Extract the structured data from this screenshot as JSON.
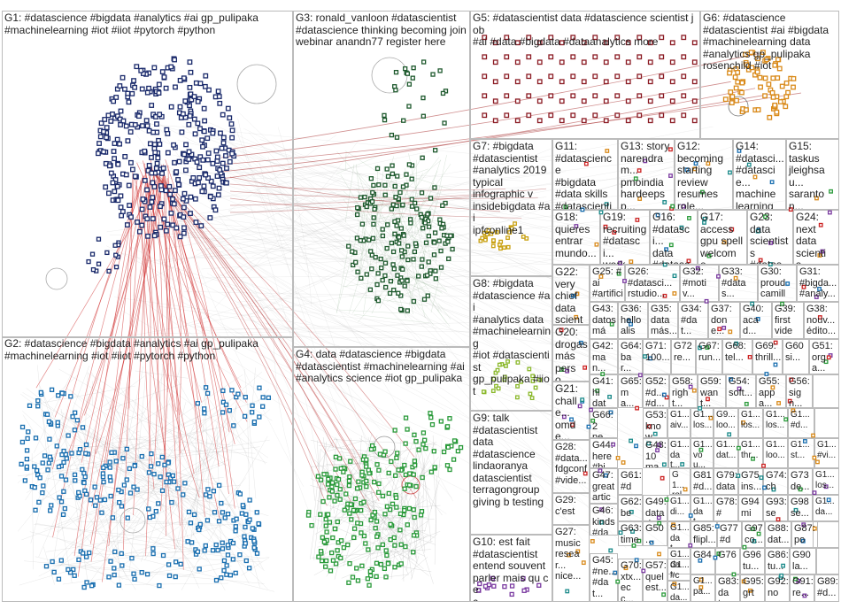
{
  "groups": [
    {
      "id": "G1",
      "label": "G1: #datascience #bigdata #analytics #ai gp_pulipaka\n#machinelearning #iot #iiot #pytorch #python",
      "color": "#1a2a6b"
    },
    {
      "id": "G2",
      "label": "G2: #datascience #bigdata #analytics #ai gp_pulipaka\n#machinelearning #iot #iiot #pytorch #python",
      "color": "#1a6fb0"
    },
    {
      "id": "G3",
      "label": "G3: ronald_vanloon #datascientist\n#datascience thinking becoming join\nwebinar anandn77 register here",
      "color": "#1f5a2e"
    },
    {
      "id": "G4",
      "label": "G4: data #datascience #bigdata\n#datascientist #machinelearning #ai\n#analytics science #iot gp_pulipaka",
      "color": "#2a9a3a"
    },
    {
      "id": "G5",
      "label": "G5: #datascientist data #datascience scientist job\n#ai #data #bigdata #dataanalytics more",
      "color": "#8a1a22"
    },
    {
      "id": "G6",
      "label": "G6: #datascience\n#datascientist #ai #bigdata\n#machinelearning data\n#analytics gp_pulipaka\nrosenchild #iot",
      "color": "#d98a1a"
    },
    {
      "id": "G7",
      "label": "G7: #bigdata\n#datascientist\n#analytics 2019\ntypical\ninfographic v\ninsidebigdata #ai\nipfconline1",
      "color": "#c8a010"
    },
    {
      "id": "G8",
      "label": "G8: #bigdata\n#datascience #ai\n#analytics data\n#machinelearning\n#iot #datascientist\ngp_pulipaka #iiot",
      "color": "#8ab82a"
    },
    {
      "id": "G9",
      "label": "G9: talk\n#datascientist\ndata\n#datascience\nlindaoranya\ndatascientist\nterragongroup\ngiving b testing",
      "color": "#333333"
    },
    {
      "id": "G10",
      "label": "G10: est fait\n#datascientist\nentend souvent\nparler mais qu ce\nc",
      "color": "#7a3aa0"
    },
    {
      "id": "G11",
      "label": "G11:\n#datascience\n#bigdata\n#data skills\n#datascientist\n#machinelea...",
      "color": "#333"
    },
    {
      "id": "G12",
      "label": "G12:\nbecoming\nstarting\nreview\nresumes\nrole...",
      "color": "#333"
    },
    {
      "id": "G13",
      "label": "G13: story\nnarendram...\npmoindia\nhardeepsp...\nfightforrera\nagain...",
      "color": "#333"
    },
    {
      "id": "G14",
      "label": "G14:\n#datasci...\n#datascie...\nmachine\nlearning\n#machine...",
      "color": "#333"
    },
    {
      "id": "G15",
      "label": "G15:\ntaskus\njleighsau...\nsaranton...\ngobiginte...\nnbtxcha...",
      "color": "#333"
    },
    {
      "id": "G16",
      "label": "G16:\n#datasci...\ndata\n#datasci...",
      "color": "#333"
    },
    {
      "id": "G17",
      "label": "G17:\naccess\ngpu spell\nwelcome...",
      "color": "#333"
    },
    {
      "id": "G18",
      "label": "G18:\nquieres\nentrar\nmundo...",
      "color": "#333"
    },
    {
      "id": "G19",
      "label": "G19:\nrecruiting\n#datasci...\nwork",
      "color": "#333"
    },
    {
      "id": "G20",
      "label": "G20:\ndrogas\nmás\nperso...\naño...",
      "color": "#333"
    },
    {
      "id": "G21",
      "label": "G21:\nchalle...\nomde...\n#clima...\nfirm...",
      "color": "#333"
    },
    {
      "id": "G22",
      "label": "G22:\nvery\nchief\ndata\nscienti...",
      "color": "#333"
    },
    {
      "id": "G23",
      "label": "G23:\ndata\nscientists\n#datasc...",
      "color": "#333"
    },
    {
      "id": "G24",
      "label": "G24:\nnext\ndata\nscientis...",
      "color": "#333"
    }
  ],
  "small_groups": [
    {
      "id": "G25",
      "label": "G25: #ai\n#artificia...\nrebalegr..."
    },
    {
      "id": "G26",
      "label": "G26:\n#datasci...\nrstudio..."
    },
    {
      "id": "G32",
      "label": "G32:\n#motiv...\n#inspir..."
    },
    {
      "id": "G33",
      "label": "G33:\n#datas...\n#jobs..."
    },
    {
      "id": "G30",
      "label": "G30:\nproud\ncamille..."
    },
    {
      "id": "G31",
      "label": "G31:\n#bigda...\n#analy..."
    },
    {
      "id": "G43",
      "label": "G43:\ndatos\nmás..."
    },
    {
      "id": "G36",
      "label": "G36:\nhello\nalise..."
    },
    {
      "id": "G35",
      "label": "G35:\ndata\nmás..."
    },
    {
      "id": "G34",
      "label": "G34:\n#dat...\n#job..."
    },
    {
      "id": "G37",
      "label": "G37:\ndone...\nnos..."
    },
    {
      "id": "G40",
      "label": "G40:\nacad...\nphd..."
    },
    {
      "id": "G39",
      "label": "G39:\nfirst\nvideo..."
    },
    {
      "id": "G38",
      "label": "G38:\nnouv...\nédito..."
    },
    {
      "id": "G42",
      "label": "G42:\nman...\njam..."
    },
    {
      "id": "G64",
      "label": "G64:\nbar...\n#un..."
    },
    {
      "id": "G71",
      "label": "G71:\n100..."
    },
    {
      "id": "G72",
      "label": "G72\nre..."
    },
    {
      "id": "G67",
      "label": "G67:\nrun..."
    },
    {
      "id": "G68",
      "label": "G68:\ntel..."
    },
    {
      "id": "G69",
      "label": "G69:\nthrill..."
    },
    {
      "id": "G60",
      "label": "G60\nsi..."
    },
    {
      "id": "G51",
      "label": "G51:\norga..."
    },
    {
      "id": "G41",
      "label": "G41:\nhi\ndata..."
    },
    {
      "id": "G65",
      "label": "G65:\nma..."
    },
    {
      "id": "G52",
      "label": "G52:\n#d...\n#d..."
    },
    {
      "id": "G58",
      "label": "G58:\nright..."
    },
    {
      "id": "G59",
      "label": "G59:\nwant..."
    },
    {
      "id": "G54",
      "label": "G54:\nsoft..."
    },
    {
      "id": "G55",
      "label": "G55:\nappa..."
    },
    {
      "id": "G56",
      "label": "G56:\nsign..."
    },
    {
      "id": "G53",
      "label": "G53:\nknow\ngis..."
    },
    {
      "id": "G66",
      "label": "G66:\n2\nne..."
    },
    {
      "id": "G44",
      "label": "G44:\nhere\n#big..."
    },
    {
      "id": "G48",
      "label": "G48:\n10\nmac..."
    },
    {
      "id": "G28",
      "label": "G28:\n#data...\nfdgconf\n#vide..."
    },
    {
      "id": "G61",
      "label": "G61:\n#da...\n#da..."
    },
    {
      "id": "G81",
      "label": "G81\n#d..."
    },
    {
      "id": "G79",
      "label": "G79:\ndata"
    },
    {
      "id": "G75",
      "label": "G75\nins..."
    },
    {
      "id": "G74",
      "label": "G74:\nche..."
    },
    {
      "id": "G73",
      "label": "G73\nde..."
    },
    {
      "id": "G47",
      "label": "G47:\ngreat\narticl..."
    },
    {
      "id": "G49",
      "label": "G49:\ndata\nda..."
    },
    {
      "id": "G62",
      "label": "G62:\nber..."
    },
    {
      "id": "G78",
      "label": "G78:\n#m..."
    },
    {
      "id": "G94",
      "label": "G94\nmis..."
    },
    {
      "id": "G93",
      "label": "G93:\nsen..."
    },
    {
      "id": "G98",
      "label": "G98\nse..."
    },
    {
      "id": "G29",
      "label": "G29:\nc'est"
    },
    {
      "id": "G46",
      "label": "G46:\nkinds\n#dat..."
    },
    {
      "id": "G63",
      "label": "G63:\ntime"
    },
    {
      "id": "G50",
      "label": "G50\n..."
    },
    {
      "id": "G85",
      "label": "G85:\nflipl..."
    },
    {
      "id": "G77",
      "label": "G77\n#da..."
    },
    {
      "id": "G97",
      "label": "G97\nco..."
    },
    {
      "id": "G88",
      "label": "G88:\ndat..."
    },
    {
      "id": "G87",
      "label": "G87:\npou..."
    },
    {
      "id": "G84",
      "label": "G84"
    },
    {
      "id": "G76",
      "label": "G76"
    },
    {
      "id": "G96",
      "label": "G96\ntu..."
    },
    {
      "id": "G86",
      "label": "G86:\ntu..."
    },
    {
      "id": "G90",
      "label": "G90\nla..."
    },
    {
      "id": "G27",
      "label": "G27:\nmusic\nresear...\nnice..."
    },
    {
      "id": "G45",
      "label": "G45:\n#ne...\n#dat..."
    },
    {
      "id": "G70",
      "label": "G70:\nxtx...\necc..."
    },
    {
      "id": "G57",
      "label": "G57:\nquel\nest..."
    },
    {
      "id": "G83",
      "label": "G83:\ndat..."
    },
    {
      "id": "G95",
      "label": "G95:\ngrtg..."
    },
    {
      "id": "G92",
      "label": "G92:\nnou..."
    },
    {
      "id": "G91",
      "label": "G91:\nre..."
    },
    {
      "id": "G89",
      "label": "G89:\n#d..."
    }
  ],
  "tiny_cells": [
    {
      "label": "G1...\naiv..."
    },
    {
      "label": "G1...\nlos..."
    },
    {
      "label": "G9...\nloo..."
    },
    {
      "label": "G1...\nlos..."
    },
    {
      "label": "G1...\nlos..."
    },
    {
      "label": "G1...\n#d..."
    },
    {
      "label": "G1...\ndat..."
    },
    {
      "label": "G1...\nvou..."
    },
    {
      "label": "G1...\ndat..."
    },
    {
      "label": "G1...\nthr..."
    },
    {
      "label": "G1...\nloo..."
    },
    {
      "label": "G1...\nst..."
    },
    {
      "label": "G1...\n#vi..."
    },
    {
      "label": "G1...\nrol..."
    },
    {
      "label": "G1...\ndi..."
    },
    {
      "label": "G1...\ndat..."
    },
    {
      "label": "G1...\ndat..."
    },
    {
      "label": "G1...\ndat..."
    },
    {
      "label": "G1...\nlos..."
    },
    {
      "label": "G1...\n#cx..."
    },
    {
      "label": "G1...\npa..."
    },
    {
      "label": "G1...\nda..."
    },
    {
      "label": "G1...\nda..."
    }
  ]
}
